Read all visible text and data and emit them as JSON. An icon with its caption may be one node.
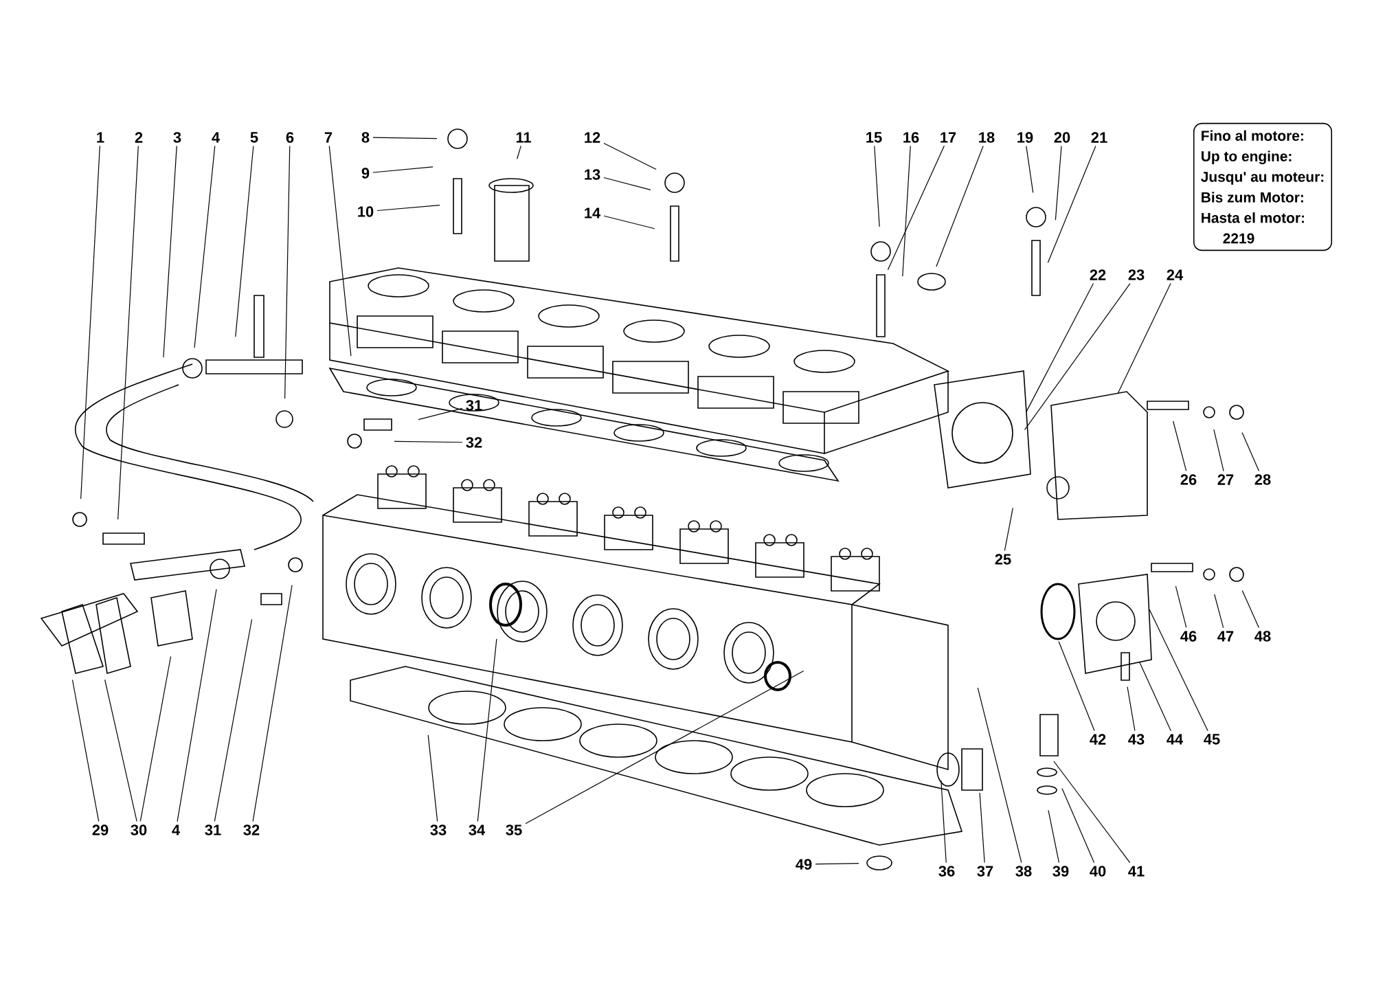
{
  "diagram": {
    "nodes": [
      {
        "text": [
          "1"
        ]
      },
      {
        "text": [
          "2"
        ]
      },
      {
        "text": [
          "3"
        ]
      },
      {
        "text": [
          "4"
        ]
      },
      {
        "text": [
          "5"
        ]
      },
      {
        "text": [
          "6"
        ]
      },
      {
        "text": [
          "7"
        ]
      },
      {
        "text": [
          "8"
        ]
      },
      {
        "text": [
          "9"
        ]
      },
      {
        "text": [
          "10"
        ]
      },
      {
        "text": [
          "11"
        ]
      },
      {
        "text": [
          "12"
        ]
      },
      {
        "text": [
          "13"
        ]
      },
      {
        "text": [
          "14"
        ]
      },
      {
        "text": [
          "15"
        ]
      },
      {
        "text": [
          "16"
        ]
      },
      {
        "text": [
          "17"
        ]
      },
      {
        "text": [
          "18"
        ]
      },
      {
        "text": [
          "19"
        ]
      },
      {
        "text": [
          "20"
        ]
      },
      {
        "text": [
          "21"
        ]
      },
      {
        "text": [
          "Fino al motore:",
          "Up to engine:",
          "Jusqu' au moteur:",
          "Bis zum Motor:",
          "Hasta el motor:",
          "2219"
        ]
      },
      {
        "text": [
          "22"
        ]
      },
      {
        "text": [
          "23"
        ]
      },
      {
        "text": [
          "24"
        ]
      },
      {
        "text": [
          "31"
        ]
      },
      {
        "text": [
          "32"
        ]
      },
      {
        "text": [
          "26"
        ]
      },
      {
        "text": [
          "27"
        ]
      },
      {
        "text": [
          "28"
        ]
      },
      {
        "text": [
          "25"
        ]
      },
      {
        "text": [
          "46"
        ]
      },
      {
        "text": [
          "47"
        ]
      },
      {
        "text": [
          "48"
        ]
      },
      {
        "text": [
          "42"
        ]
      },
      {
        "text": [
          "43"
        ]
      },
      {
        "text": [
          "44"
        ]
      },
      {
        "text": [
          "45"
        ]
      },
      {
        "text": [
          "29"
        ]
      },
      {
        "text": [
          "30"
        ]
      },
      {
        "text": [
          "4"
        ]
      },
      {
        "text": [
          "31"
        ]
      },
      {
        "text": [
          "32"
        ]
      },
      {
        "text": [
          "33"
        ]
      },
      {
        "text": [
          "34"
        ]
      },
      {
        "text": [
          "35"
        ]
      },
      {
        "text": [
          "49"
        ]
      },
      {
        "text": [
          "36"
        ]
      },
      {
        "text": [
          "37"
        ]
      },
      {
        "text": [
          "38"
        ]
      },
      {
        "text": [
          "39"
        ]
      },
      {
        "text": [
          "40"
        ]
      },
      {
        "text": [
          "41"
        ]
      }
    ],
    "edges": [
      {
        "from": 0,
        "to": null,
        "arrow": "none"
      },
      {
        "from": 1,
        "to": null,
        "arrow": "none"
      },
      {
        "from": 2,
        "to": null,
        "arrow": "none"
      },
      {
        "from": 3,
        "to": null,
        "arrow": "none"
      },
      {
        "from": 4,
        "to": null,
        "arrow": "none"
      },
      {
        "from": 5,
        "to": null,
        "arrow": "none"
      },
      {
        "from": 6,
        "to": null,
        "arrow": "none"
      },
      {
        "from": 7,
        "to": null,
        "arrow": "none"
      },
      {
        "from": 8,
        "to": null,
        "arrow": "none"
      },
      {
        "from": 9,
        "to": null,
        "arrow": "none"
      },
      {
        "from": 10,
        "to": null,
        "arrow": "none"
      },
      {
        "from": 11,
        "to": null,
        "arrow": "none"
      },
      {
        "from": 12,
        "to": null,
        "arrow": "none"
      },
      {
        "from": 13,
        "to": null,
        "arrow": "none"
      },
      {
        "from": 14,
        "to": null,
        "arrow": "none"
      },
      {
        "from": 15,
        "to": null,
        "arrow": "none"
      },
      {
        "from": 16,
        "to": null,
        "arrow": "none"
      },
      {
        "from": 17,
        "to": null,
        "arrow": "none"
      },
      {
        "from": 18,
        "to": null,
        "arrow": "none"
      },
      {
        "from": 19,
        "to": null,
        "arrow": "none"
      },
      {
        "from": 20,
        "to": null,
        "arrow": "none"
      },
      {
        "from": 22,
        "to": null,
        "arrow": "none"
      },
      {
        "from": 23,
        "to": null,
        "arrow": "none"
      },
      {
        "from": 24,
        "to": null,
        "arrow": "none"
      },
      {
        "from": 25,
        "to": null,
        "arrow": "none"
      },
      {
        "from": 26,
        "to": null,
        "arrow": "none"
      },
      {
        "from": 27,
        "to": null,
        "arrow": "none"
      },
      {
        "from": 28,
        "to": null,
        "arrow": "none"
      },
      {
        "from": 29,
        "to": null,
        "arrow": "none"
      },
      {
        "from": 30,
        "to": null,
        "arrow": "none"
      },
      {
        "from": 31,
        "to": null,
        "arrow": "none"
      },
      {
        "from": 32,
        "to": null,
        "arrow": "none"
      },
      {
        "from": 33,
        "to": null,
        "arrow": "none"
      },
      {
        "from": 34,
        "to": null,
        "arrow": "none"
      },
      {
        "from": 35,
        "to": null,
        "arrow": "none"
      },
      {
        "from": 36,
        "to": null,
        "arrow": "none"
      },
      {
        "from": 37,
        "to": null,
        "arrow": "none"
      },
      {
        "from": 38,
        "to": null,
        "arrow": "none"
      },
      {
        "from": 39,
        "to": null,
        "arrow": "none"
      },
      {
        "from": 39,
        "to": null,
        "arrow": "none"
      },
      {
        "from": 40,
        "to": null,
        "arrow": "none"
      },
      {
        "from": 41,
        "to": null,
        "arrow": "none"
      },
      {
        "from": 42,
        "to": null,
        "arrow": "none"
      },
      {
        "from": 43,
        "to": null,
        "arrow": "none"
      },
      {
        "from": 44,
        "to": null,
        "arrow": "none"
      },
      {
        "from": 45,
        "to": null,
        "arrow": "none"
      },
      {
        "from": 46,
        "to": null,
        "arrow": "none"
      },
      {
        "from": 47,
        "to": null,
        "arrow": "none"
      },
      {
        "from": 48,
        "to": null,
        "arrow": "none"
      },
      {
        "from": 49,
        "to": null,
        "arrow": "none"
      },
      {
        "from": 50,
        "to": null,
        "arrow": "none"
      },
      {
        "from": 51,
        "to": null,
        "arrow": "none"
      },
      {
        "from": 52,
        "to": null,
        "arrow": "none"
      }
    ]
  }
}
